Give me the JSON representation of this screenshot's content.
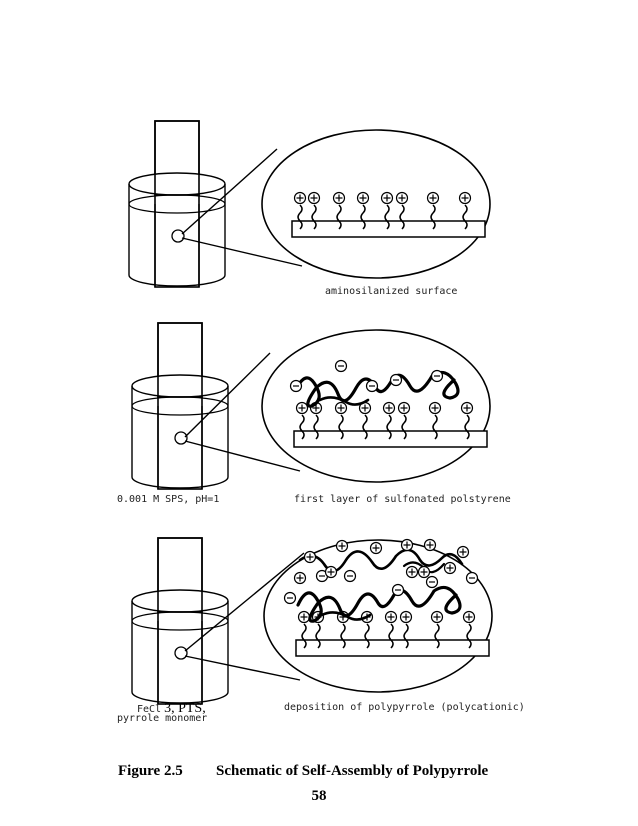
{
  "panels": [
    {
      "id": "p1",
      "label_right": "aminosilanized surface",
      "label_left": ""
    },
    {
      "id": "p2",
      "label_right": "first layer of sulfonated polstyrene",
      "label_left": "0.001 M SPS, pH=1"
    },
    {
      "id": "p3",
      "label_right": "deposition of polypyrrole (polycationic)",
      "label_left_line1_small": "FeCl",
      "label_left_line1_big": "3, PTS,",
      "label_left_line2": "pyrrole monomer"
    }
  ],
  "caption": {
    "number": "Figure 2.5",
    "title": "Schematic of Self-Assembly of Polypyrrole"
  },
  "page_number": "58",
  "symbols": {
    "plus": "+",
    "minus": "-"
  }
}
